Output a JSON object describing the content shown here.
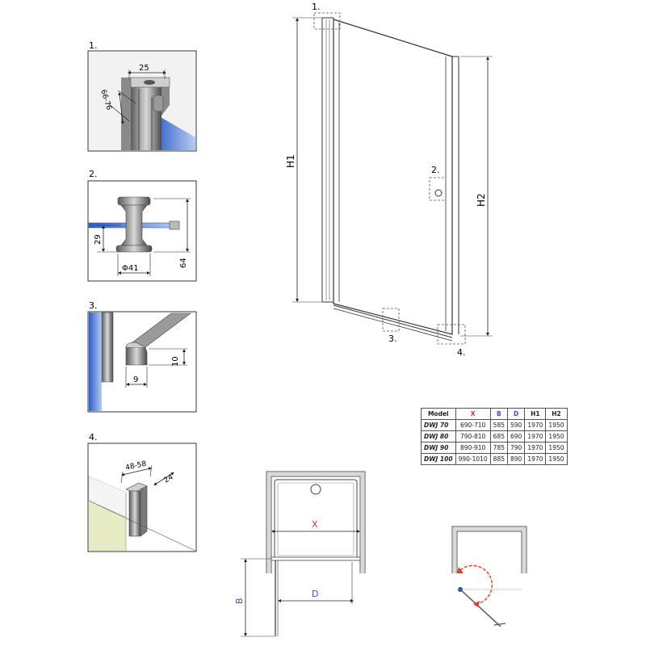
{
  "callouts": {
    "one": "1.",
    "two": "2.",
    "three": "3.",
    "four": "4."
  },
  "detail1": {
    "top_dim": "25",
    "side_dim": "66-76"
  },
  "detail2": {
    "height_small": "29",
    "height_large": "64",
    "diameter": "Φ41"
  },
  "detail3": {
    "width": "9",
    "height": "10"
  },
  "detail4": {
    "width": "48-58",
    "depth": "24"
  },
  "main": {
    "h1": "H1",
    "h2": "H2"
  },
  "plan": {
    "x": "X",
    "d": "D",
    "b": "B"
  },
  "colors": {
    "x_label": "#c0392b",
    "d_label": "#6a35b8",
    "b_label": "#6a35b8",
    "swing_arc": "#e03a2a",
    "glass_blue": "#3f6fd0"
  },
  "spec_table": {
    "headers": [
      "Model",
      "X",
      "B",
      "D",
      "H1",
      "H2"
    ],
    "rows": [
      [
        "DWJ 70",
        "690-710",
        "585",
        "590",
        "1970",
        "1950"
      ],
      [
        "DWJ 80",
        "790-810",
        "685",
        "690",
        "1970",
        "1950"
      ],
      [
        "DWJ 90",
        "890-910",
        "785",
        "790",
        "1970",
        "1950"
      ],
      [
        "DWJ 100",
        "990-1010",
        "885",
        "890",
        "1970",
        "1950"
      ]
    ]
  }
}
